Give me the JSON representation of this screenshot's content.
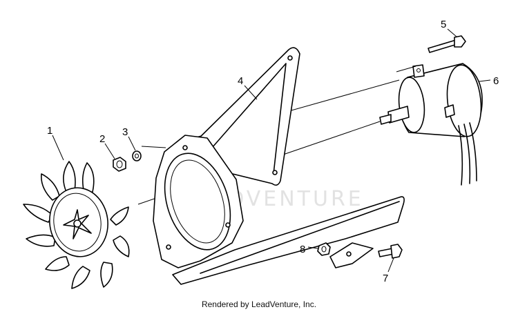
{
  "callouts": {
    "c1": "1",
    "c2": "2",
    "c3": "3",
    "c4": "4",
    "c5": "5",
    "c6": "6",
    "c7": "7",
    "c8": "8"
  },
  "watermark": "LEADVENTURE",
  "caption": "Rendered by LeadVenture, Inc.",
  "colors": {
    "line": "#000000",
    "background": "#ffffff",
    "watermark": "#e2e2e2"
  }
}
